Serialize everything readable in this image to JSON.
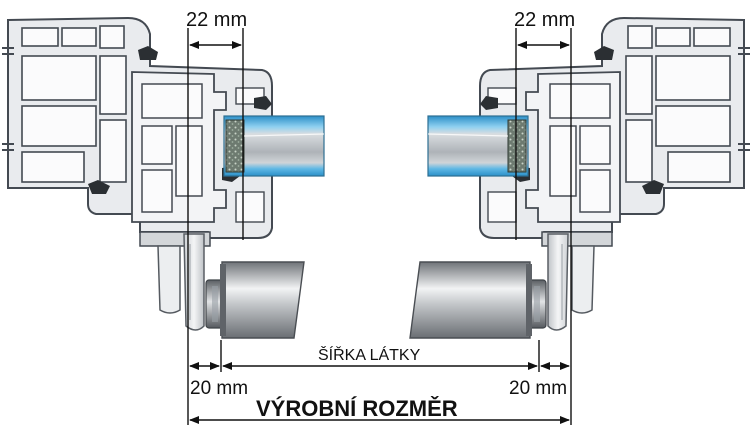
{
  "labels": {
    "top_left_dim": "22 mm",
    "top_right_dim": "22 mm",
    "fabric_width": "ŠÍŘKA LÁTKY",
    "bottom_left_dim": "20 mm",
    "bottom_right_dim": "20 mm",
    "production_size": "VÝROBNÍ ROZMĚR"
  },
  "colors": {
    "profile_fill": "#e9ebee",
    "profile_stroke": "#444a52",
    "glass_blue": "#3aa4d8",
    "glass_grey": "#b8bdc2",
    "roller_dark": "#7d8186",
    "roller_light": "#e6e8ea",
    "dimension_line": "#111111"
  }
}
